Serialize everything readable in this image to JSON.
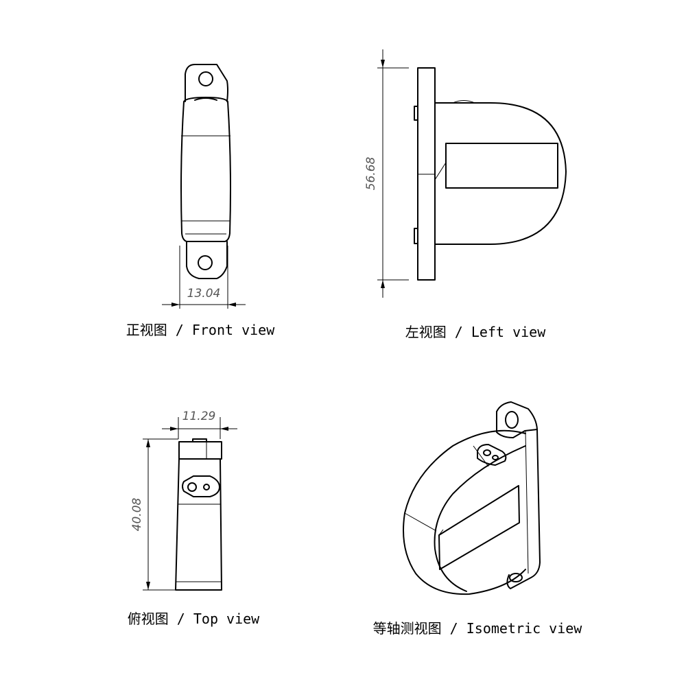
{
  "views": {
    "front": {
      "caption": "正视图 / Front view",
      "dimension": "13.04"
    },
    "left": {
      "caption": "左视图 / Left view",
      "dimension": "56.68"
    },
    "top": {
      "caption": "俯视图 / Top view",
      "dimension_width": "11.29",
      "dimension_height": "40.08"
    },
    "isometric": {
      "caption": "等轴测视图 / Isometric view"
    }
  }
}
